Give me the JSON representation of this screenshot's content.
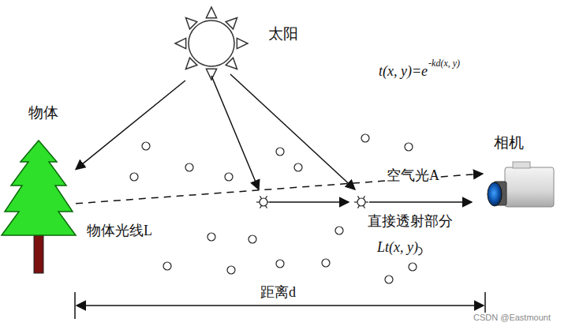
{
  "diagram": {
    "nodes": [
      {
        "text": [
          "太阳"
        ]
      },
      {
        "text": [
          "物体"
        ]
      },
      {
        "text": [
          "相机"
        ]
      }
    ],
    "edges": [
      {
        "from": 0,
        "to": 1,
        "arrow": "to"
      },
      {
        "from": 1,
        "to": 2,
        "arrow": "to",
        "label": "物体光线L"
      }
    ],
    "labels": [
      "t(x, y)=e",
      "-kd(x, y)",
      "空气光A",
      "直接透射部分",
      "Lt(x, y)",
      "距离d",
      "CSDN @Eastmount"
    ]
  }
}
